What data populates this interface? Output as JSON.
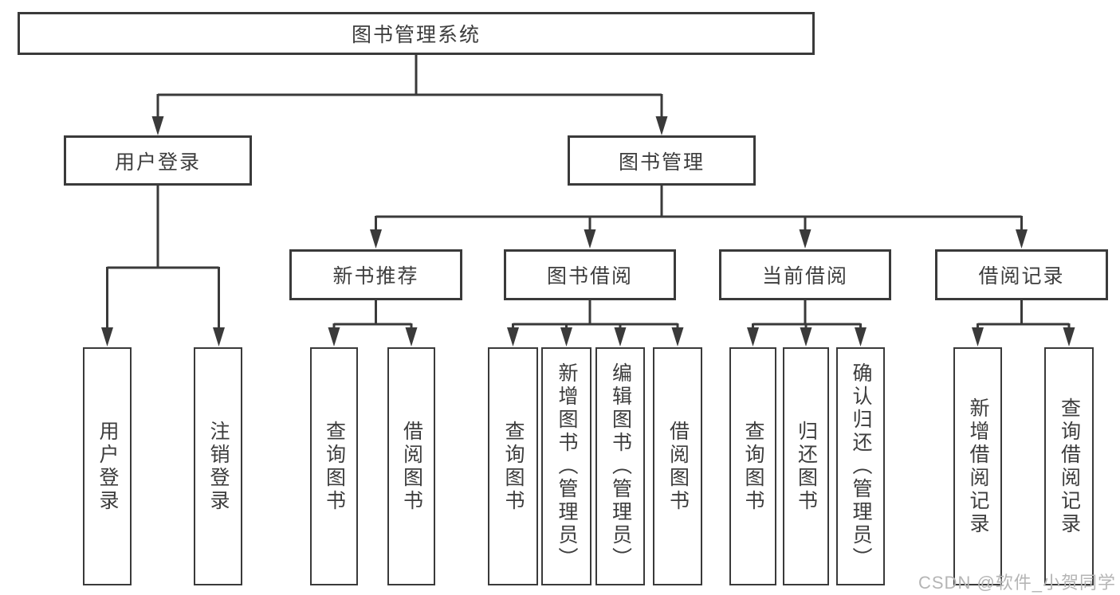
{
  "diagram": {
    "root": {
      "label": "图书管理系统"
    },
    "branches": {
      "user_login": {
        "label": "用户登录",
        "children": [
          {
            "label": "用户登录"
          },
          {
            "label": "注销登录"
          }
        ]
      },
      "book_management": {
        "label": "图书管理",
        "sections": [
          {
            "label": "新书推荐",
            "children": [
              {
                "label": "查询图书"
              },
              {
                "label": "借阅图书"
              }
            ]
          },
          {
            "label": "图书借阅",
            "children": [
              {
                "label": "查询图书"
              },
              {
                "label": "新增图书（管理员）"
              },
              {
                "label": "编辑图书（管理员）"
              },
              {
                "label": "借阅图书"
              }
            ]
          },
          {
            "label": "当前借阅",
            "children": [
              {
                "label": "查询图书"
              },
              {
                "label": "归还图书"
              },
              {
                "label": "确认归还（管理员）"
              }
            ]
          },
          {
            "label": "借阅记录",
            "children": [
              {
                "label": "新增借阅记录"
              },
              {
                "label": "查询借阅记录"
              }
            ]
          }
        ]
      }
    },
    "watermark": {
      "text": "CSDN @软件_小贺同学",
      "color": "#b5b5b5"
    },
    "colors": {
      "line": "#3a3a3a",
      "box_border": "#3a3a3a",
      "text": "#3d3d3d",
      "background": "#ffffff"
    }
  }
}
